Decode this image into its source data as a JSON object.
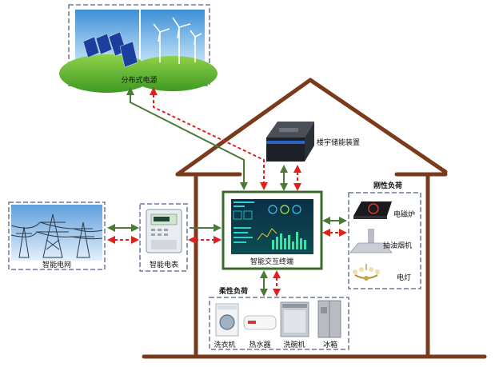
{
  "distributed_source": {
    "label": "分布式电源"
  },
  "grid": {
    "label": "智能电网"
  },
  "meter": {
    "label": "智能电表"
  },
  "terminal": {
    "label": "智能交互终端"
  },
  "storage": {
    "label": "楼宇储能装置"
  },
  "rigid_loads": {
    "title": "刚性负荷",
    "items": [
      {
        "label": "电磁炉"
      },
      {
        "label": "抽油烟机"
      },
      {
        "label": "电灯"
      }
    ]
  },
  "flexible_loads": {
    "title": "柔性负荷",
    "items": [
      {
        "label": "洗衣机"
      },
      {
        "label": "热水器"
      },
      {
        "label": "洗碗机"
      },
      {
        "label": "冰箱"
      }
    ]
  },
  "colors": {
    "house": "#7a3b1c",
    "power_flow": "#4a7a35",
    "info_flow": "#e0201b",
    "frame_dash": "#6b7a99",
    "terminal_border": "#3b6a2a"
  }
}
